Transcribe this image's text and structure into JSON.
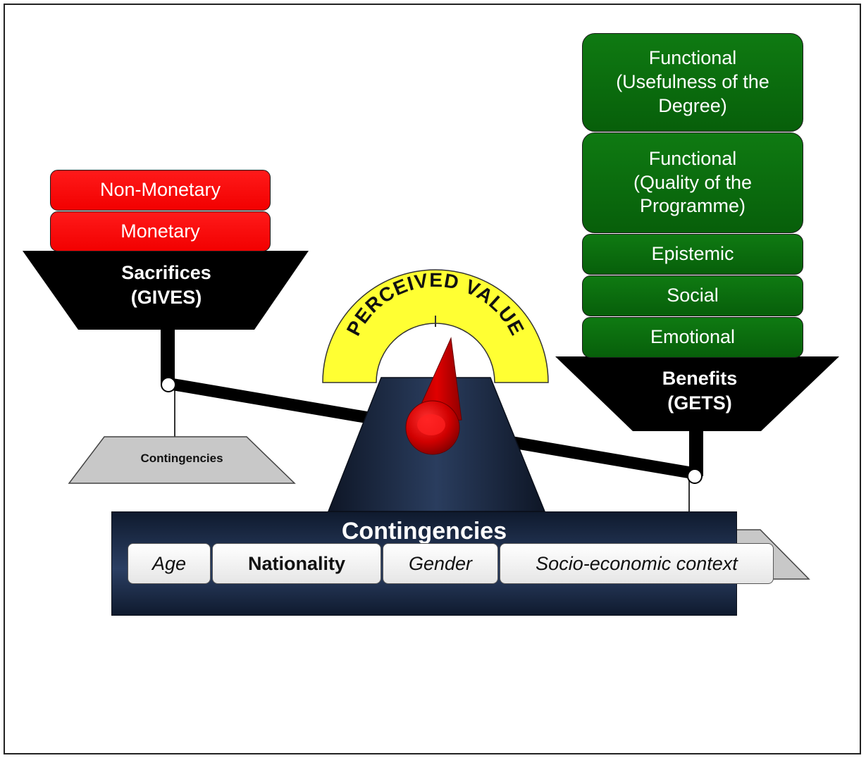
{
  "sacrifices": {
    "items": [
      "Non-Monetary",
      "Monetary"
    ],
    "pan_label_line1": "Sacrifices",
    "pan_label_line2": "(GIVES)",
    "contingencies_label": "Contingencies"
  },
  "benefits": {
    "items": [
      [
        "Functional",
        "(Usefulness of the",
        "Degree)"
      ],
      [
        "Functional",
        "(Quality of the",
        "Programme)"
      ],
      [
        "Epistemic"
      ],
      [
        "Social"
      ],
      [
        "Emotional"
      ]
    ],
    "pan_label_line1": "Benefits",
    "pan_label_line2": "(GETS)",
    "contingencies_label": "Contingencies"
  },
  "gauge": {
    "label": "PERCEIVED VALUE"
  },
  "base": {
    "title": "Contingencies",
    "chips": [
      "Age",
      "Nationality",
      "Gender",
      "Socio-economic context"
    ]
  },
  "colors": {
    "sacrifice_red": "#ff0000",
    "benefit_green": "#0a6b0d",
    "pan_black": "#000000",
    "gauge_yellow": "#ffff33",
    "pillar_navy": "#1c2b47",
    "contingency_gray": "#c8c8c8",
    "needle_red": "#cc0000"
  }
}
